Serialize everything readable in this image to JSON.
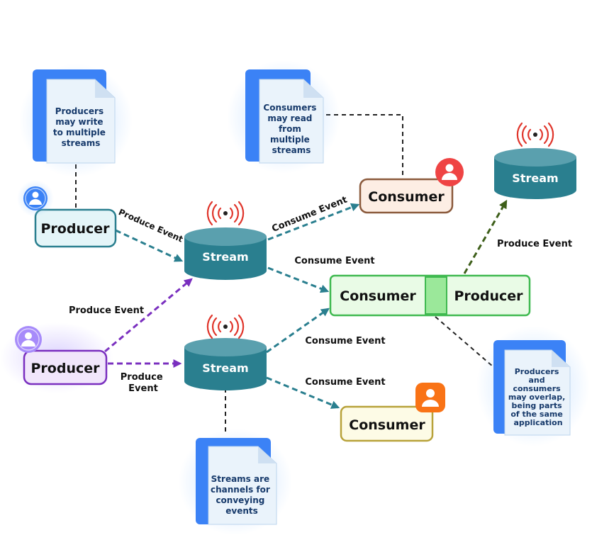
{
  "notes": {
    "producers_write": [
      "Producers",
      "may write",
      "to multiple",
      "streams"
    ],
    "consumers_read": [
      "Consumers",
      "may read",
      "from",
      "multiple",
      "streams"
    ],
    "overlap": [
      "Producers",
      "and",
      "consumers",
      "may overlap,",
      "being parts",
      "of the same",
      "application"
    ],
    "streams_channels": [
      "Streams are",
      "channels for",
      "conveying",
      "events"
    ]
  },
  "nodes": {
    "producer_top": "Producer",
    "producer_bottom": "Producer",
    "stream_top": "Stream",
    "stream_bottom": "Stream",
    "stream_right": "Stream",
    "consumer_top": "Consumer",
    "consumer_bottom": "Consumer",
    "combo_consumer": "Consumer",
    "combo_producer": "Producer"
  },
  "edges": {
    "produce_event_top": "Produce Event",
    "produce_event_mid": "Produce Event",
    "produce_event_bottom": [
      "Produce",
      "Event"
    ],
    "consume_event_top": "Consume Event",
    "consume_event_combo": "Consume Event",
    "consume_event_bottom_combo": "Consume Event",
    "consume_event_bottom": "Consume Event",
    "produce_event_right": "Produce Event"
  },
  "colors": {
    "teal": "#2a7f8f",
    "stream_top": "#5aa0ae",
    "purple": "#7a2fbf",
    "green": "#3fb950",
    "olive": "#3e5f1a",
    "note_blue": "#3b82f6",
    "note_text": "#173a6b",
    "signal_red": "#e0352b"
  }
}
